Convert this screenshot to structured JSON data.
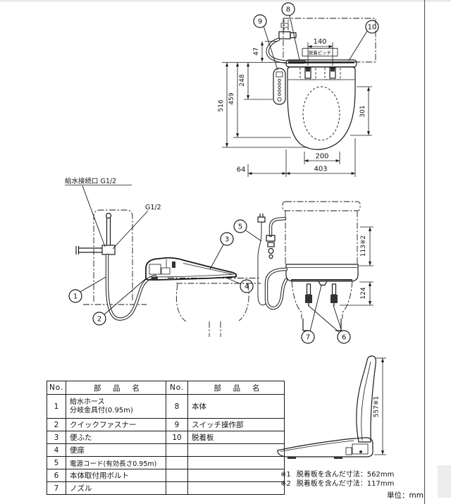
{
  "drawing": {
    "callouts": {
      "n1": "1",
      "n2": "2",
      "n3": "3",
      "n4": "4",
      "n5": "5",
      "n6": "6",
      "n7": "7",
      "n8": "8",
      "n9": "9",
      "n10": "10"
    },
    "labels": {
      "supply_port": "給水接続口 G1/2",
      "thread": "G1/2"
    },
    "top_view": {
      "dims": {
        "w140": "140",
        "pitch_label": "脱着ピッチ",
        "h47": "47",
        "d248": "248",
        "d459": "459",
        "d516": "516",
        "d301": "301",
        "w200": "200",
        "w64": "64",
        "w403": "403"
      }
    },
    "rear_view": {
      "dims": {
        "d113": "113※2",
        "d124": "124"
      }
    },
    "profile_view": {
      "dims": {
        "d557": "557※1"
      }
    },
    "notes": {
      "n1_ref": "※1",
      "n1_text": "脱着板を含んだ寸法：562mm",
      "n2_ref": "※2",
      "n2_text": "脱着板を含んだ寸法：117mm",
      "unit": "単位：mm"
    },
    "parts_table": {
      "headers": {
        "no_l": "No.",
        "name_l": "部　品　名",
        "no_r": "No.",
        "name_r": "部　品　名"
      },
      "rows": [
        {
          "no_l": "1",
          "name_l1": "給水ホース",
          "name_l2": "分岐金具付(0.95m)",
          "no_r": "8",
          "name_r": "本体"
        },
        {
          "no_l": "2",
          "name_l1": "クイックファスナー",
          "name_l2": "",
          "no_r": "9",
          "name_r": "スイッチ操作部"
        },
        {
          "no_l": "3",
          "name_l1": "便ふた",
          "name_l2": "",
          "no_r": "10",
          "name_r": "脱着板"
        },
        {
          "no_l": "4",
          "name_l1": "便座",
          "name_l2": "",
          "no_r": "",
          "name_r": ""
        },
        {
          "no_l": "5",
          "name_l1": "電源コード(有効長さ0.95m)",
          "name_l2": "",
          "no_r": "",
          "name_r": ""
        },
        {
          "no_l": "6",
          "name_l1": "本体取付用ボルト",
          "name_l2": "",
          "no_r": "",
          "name_r": ""
        },
        {
          "no_l": "7",
          "name_l1": "ノズル",
          "name_l2": "",
          "no_r": "",
          "name_r": ""
        }
      ]
    }
  }
}
